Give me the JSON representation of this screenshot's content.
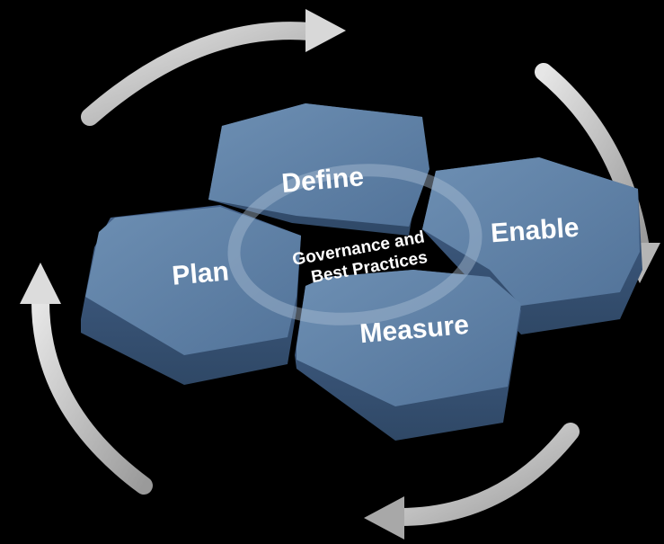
{
  "diagram": {
    "nodes": [
      {
        "id": "define",
        "label": "Define"
      },
      {
        "id": "enable",
        "label": "Enable"
      },
      {
        "id": "plan",
        "label": "Plan"
      },
      {
        "id": "measure",
        "label": "Measure"
      }
    ],
    "center": {
      "line1": "Governance and",
      "line2": "Best Practices"
    },
    "colors": {
      "background": "#000000",
      "hex_top": "#5d80a5",
      "hex_side": "#3a5677",
      "arrow": "#c8c8c8"
    }
  }
}
